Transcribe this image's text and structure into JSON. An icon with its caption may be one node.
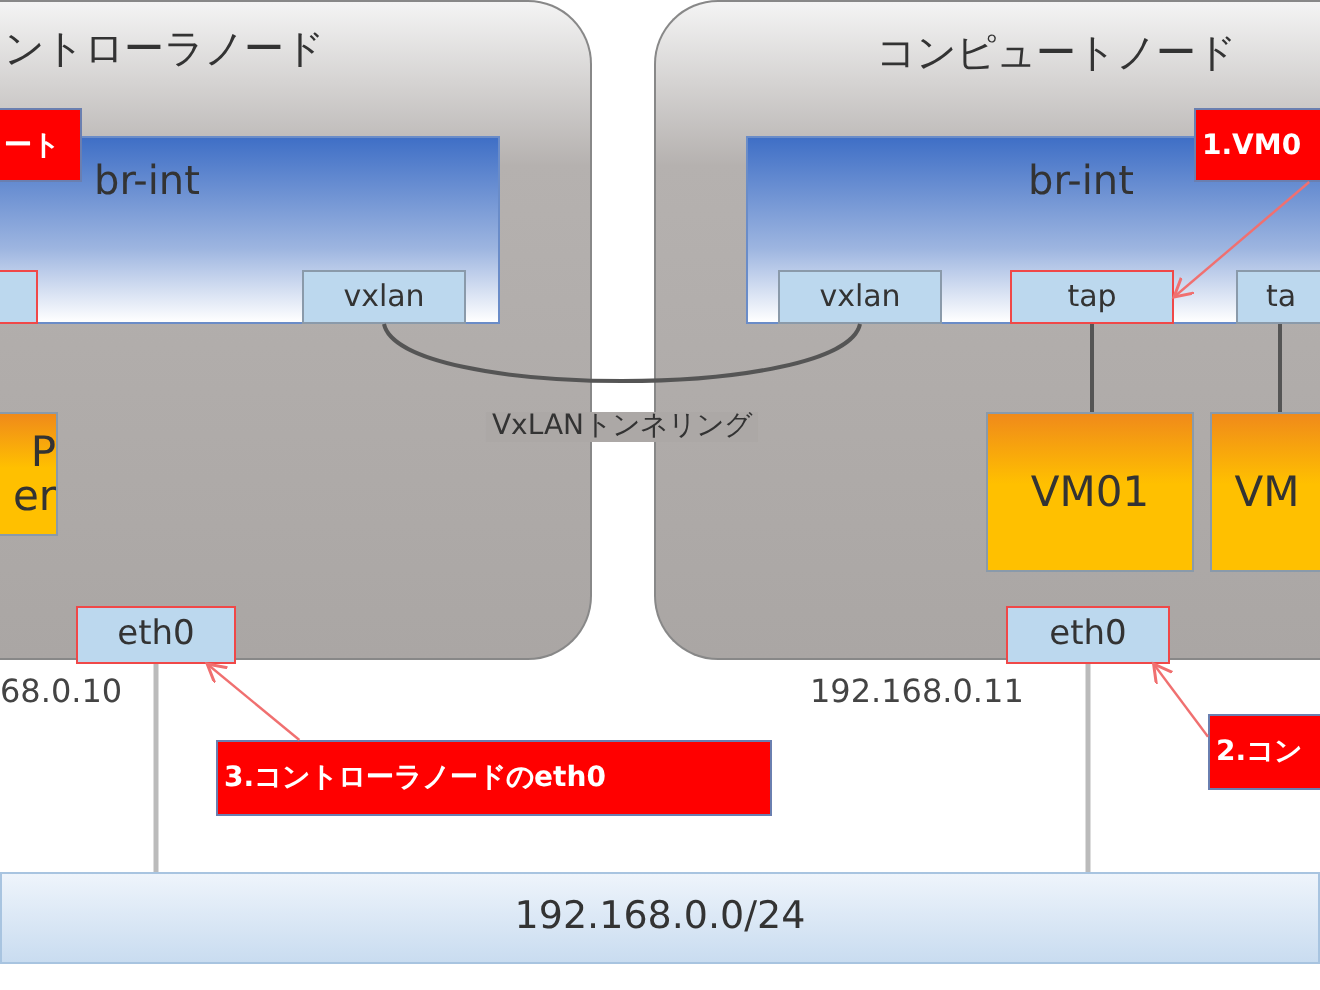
{
  "diagram": {
    "nodes": [
      {
        "text": [
          "ントローラノード"
        ]
      },
      {
        "text": [
          "br-int"
        ],
        "in": 0
      },
      {
        "text": [
          "ート"
        ],
        "in": 0
      },
      {
        "text": [],
        "shape": "box",
        "in": 1
      },
      {
        "text": [
          "vxlan"
        ],
        "in": 1
      },
      {
        "text": [
          "P er"
        ],
        "in": 0
      },
      {
        "text": [
          "eth0"
        ],
        "beside": [
          "68.0.10"
        ],
        "in": 0
      },
      {
        "text": [
          "コンピュートノード"
        ]
      },
      {
        "text": [
          "br-int"
        ],
        "in": 7
      },
      {
        "text": [
          "1.VM0"
        ],
        "in": 7
      },
      {
        "text": [
          "vxlan"
        ],
        "in": 8
      },
      {
        "text": [
          "tap"
        ],
        "in": 8
      },
      {
        "text": [
          "ta"
        ],
        "in": 8
      },
      {
        "text": [
          "VM01"
        ],
        "in": 7
      },
      {
        "text": [
          "VM"
        ],
        "in": 7
      },
      {
        "text": [
          "eth0"
        ],
        "beside": [
          "192.168.0.11"
        ],
        "in": 7
      },
      {
        "text": [
          "3.コントローラノードのeth0"
        ]
      },
      {
        "text": [
          "2.コン"
        ]
      },
      {
        "text": [
          "192.168.0.0/24"
        ]
      }
    ],
    "edges": [
      {
        "from": 4,
        "to": 10,
        "arrow": "none",
        "label": "VxLANトンネリング"
      },
      {
        "from": 9,
        "to": 11,
        "arrow": "to",
        "color": "#f07070"
      },
      {
        "from": 11,
        "to": 13,
        "arrow": "none"
      },
      {
        "from": 12,
        "to": 14,
        "arrow": "none"
      },
      {
        "from": 17,
        "to": 15,
        "arrow": "to",
        "color": "#f07070"
      },
      {
        "from": 16,
        "to": 6,
        "arrow": "to",
        "color": "#f07070"
      },
      {
        "from": 6,
        "to": 18,
        "arrow": "none",
        "color": "#bbbbbb"
      },
      {
        "from": 15,
        "to": 18,
        "arrow": "none",
        "color": "#bbbbbb"
      }
    ]
  }
}
